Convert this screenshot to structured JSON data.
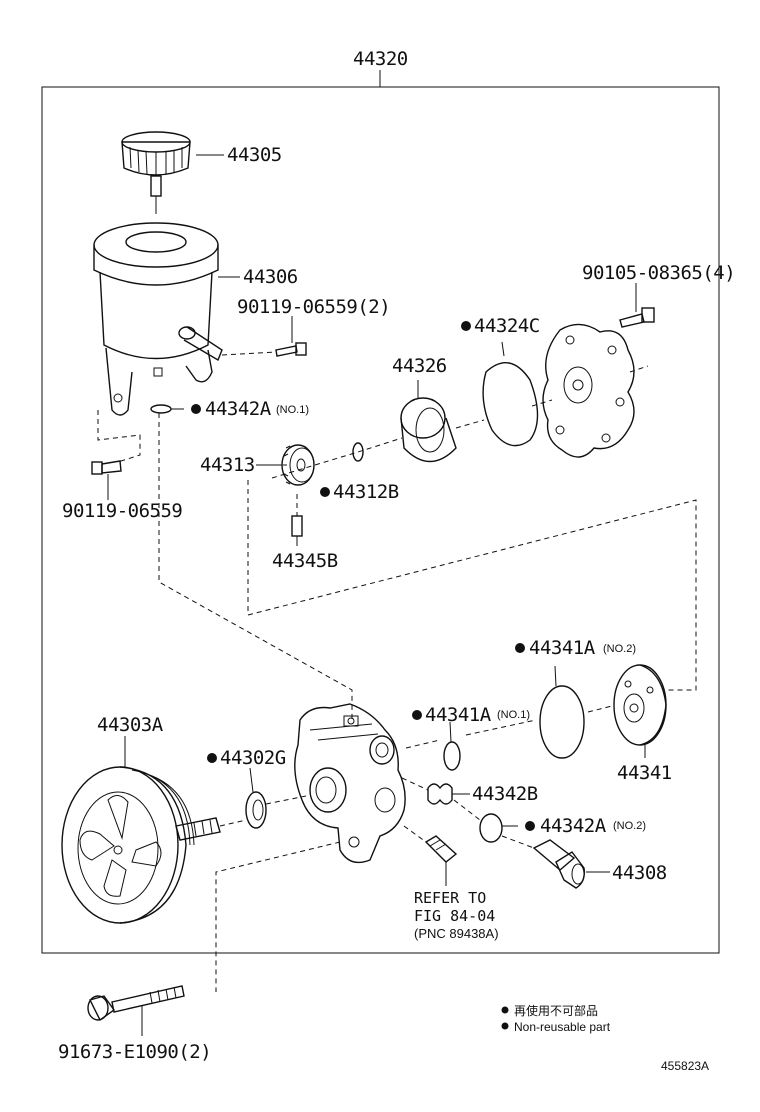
{
  "diagram": {
    "assembly": "44320",
    "legend": {
      "jp": "再使用不可部品",
      "en": "Non-reusable part"
    },
    "figure_code": "455823A",
    "labels": {
      "p44305": "44305",
      "p44306": "44306",
      "p90119_2": "90119-06559(2)",
      "p44342A1": "44342A",
      "p44342A1_note": "(NO.1)",
      "p90119": "90119-06559",
      "p44313": "44313",
      "p44312B": "44312B",
      "p44345B": "44345B",
      "p44326": "44326",
      "p44324C": "44324C",
      "p90105": "90105-08365(4)",
      "p44341A2": "44341A",
      "p44341A2_note": "(NO.2)",
      "p44341A1": "44341A",
      "p44341A1_note": "(NO.1)",
      "p44341": "44341",
      "p44303A": "44303A",
      "p44302G": "44302G",
      "p44342B": "44342B",
      "p44342A2": "44342A",
      "p44342A2_note": "(NO.2)",
      "p44308": "44308",
      "ref1": "REFER TO",
      "ref2": "FIG 84-04",
      "ref3": "(PNC 89438A)",
      "p91673": "91673-E1090(2)"
    }
  }
}
